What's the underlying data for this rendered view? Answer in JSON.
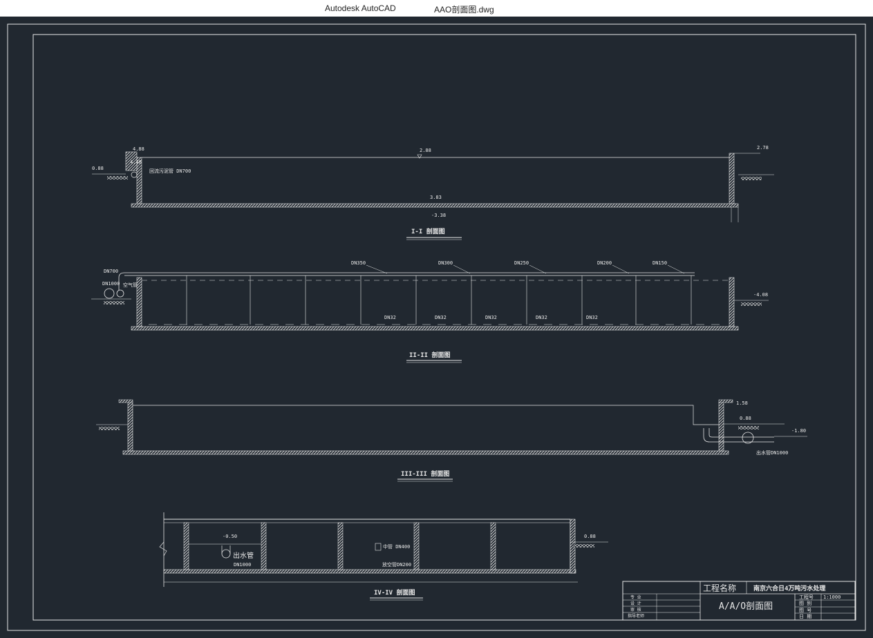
{
  "titlebar": {
    "app": "Autodesk AutoCAD",
    "file": "AAO剖面图.dwg"
  },
  "section1": {
    "title": "I-I 剖面图",
    "elev_left": "0.88",
    "elev_top_left": "4.88",
    "elev_mid_left": "4.48",
    "elev_water": "2.88",
    "elev_right": "2.78",
    "elev_bottom_a": "3.83",
    "elev_bottom_b": "-3.38",
    "pipe_label": "回流污泥管 DN700"
  },
  "section2": {
    "title": "II-II 剖面图",
    "pipe_top_left": "DN700",
    "pipe_left": "DN1000",
    "air_label": "空气管",
    "mains": [
      "DN350",
      "DN300",
      "DN250",
      "DN200",
      "DN150"
    ],
    "branches": [
      "DN32",
      "DN32",
      "DN32",
      "DN32",
      "DN32"
    ],
    "elev_right": "-4.08"
  },
  "section3": {
    "title": "III-III 剖面图",
    "elev_a": "1.58",
    "elev_b": "0.88",
    "elev_c": "-1.80",
    "pipe_label": "出水管DN1000"
  },
  "section4": {
    "title": "IV-IV 剖面图",
    "elev_left": "-0.50",
    "outlet_label": "出水管",
    "outlet_dn": "DN1000",
    "mid_label_a": "中管 DN400",
    "mid_label_b": "放空管DN200",
    "elev_right": "0.88"
  },
  "titleblock": {
    "project_label": "工程名称",
    "project_name": "南京六合日4万吨污水处理",
    "drawing_name": "A/A/O剖面图",
    "no_label": "工程号",
    "scale": "1:1000",
    "r2": "图 别",
    "r3": "图 号",
    "r4": "日 期",
    "left_rows": [
      "专 业",
      "设 计",
      "审 核",
      "指导老师"
    ]
  }
}
